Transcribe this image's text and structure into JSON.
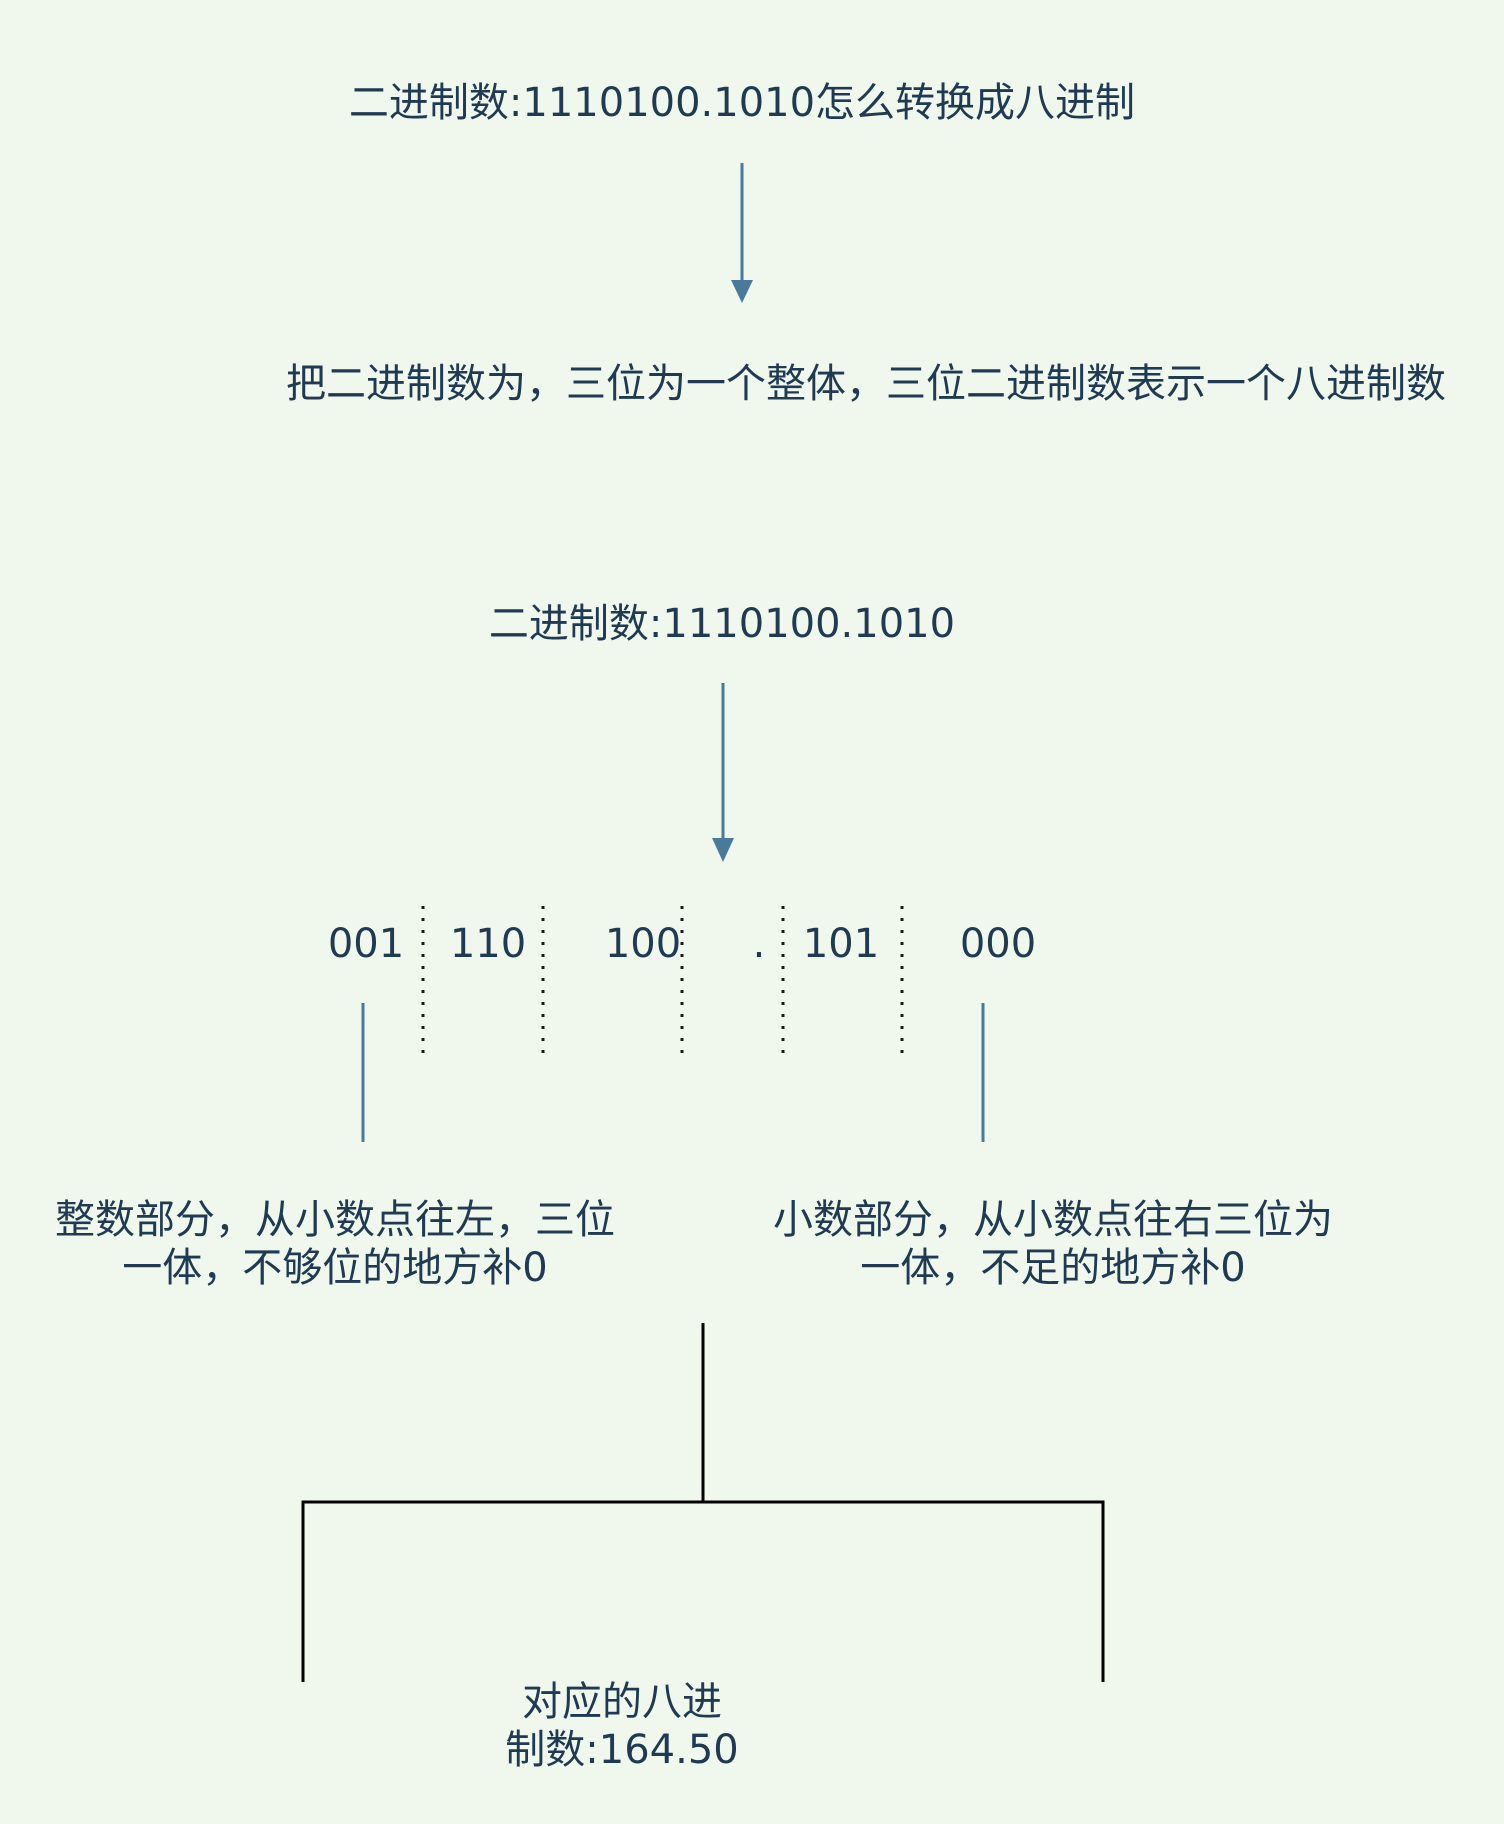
{
  "title": "二进制数:1110100.1010怎么转换成八进制",
  "step1": "把二进制数为，三位为一个整体，三位二进制数表示一个八进制数",
  "binary": "二进制数:1110100.1010",
  "groups": {
    "g1": "001",
    "g2": "110",
    "g3": "100",
    "dot": ".",
    "g4": "101",
    "g5": "000"
  },
  "integer_note": {
    "line1": "整数部分，从小数点往左，三位",
    "line2": "一体，不够位的地方补0"
  },
  "fraction_note": {
    "line1": "小数部分，从小数点往右三位为",
    "line2": "一体，不足的地方补0"
  },
  "result": {
    "line1": "对应的八进",
    "line2": "制数:164.50"
  },
  "colors": {
    "background": "#f0f8ee",
    "text": "#1f3a52",
    "arrow": "#4a7a9b",
    "connector": "#000000"
  }
}
